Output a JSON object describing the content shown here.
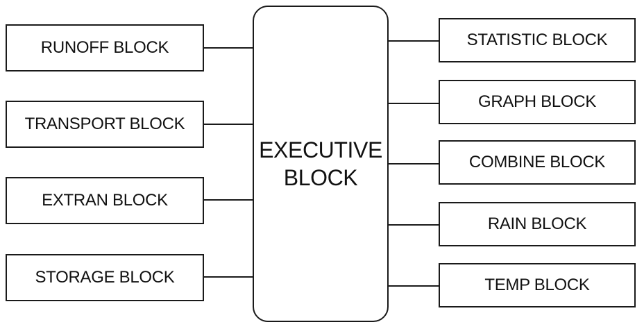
{
  "executive": {
    "line1": "EXECUTIVE",
    "line2": "BLOCK"
  },
  "left_blocks": [
    {
      "label": "RUNOFF BLOCK"
    },
    {
      "label": "TRANSPORT BLOCK"
    },
    {
      "label": "EXTRAN BLOCK"
    },
    {
      "label": "STORAGE BLOCK"
    }
  ],
  "right_blocks": [
    {
      "label": "STATISTIC BLOCK"
    },
    {
      "label": "GRAPH BLOCK"
    },
    {
      "label": "COMBINE BLOCK"
    },
    {
      "label": "RAIN BLOCK"
    },
    {
      "label": "TEMP BLOCK"
    }
  ],
  "colors": {
    "stroke": "#1a1a1a",
    "background": "#ffffff",
    "text": "#111111"
  }
}
